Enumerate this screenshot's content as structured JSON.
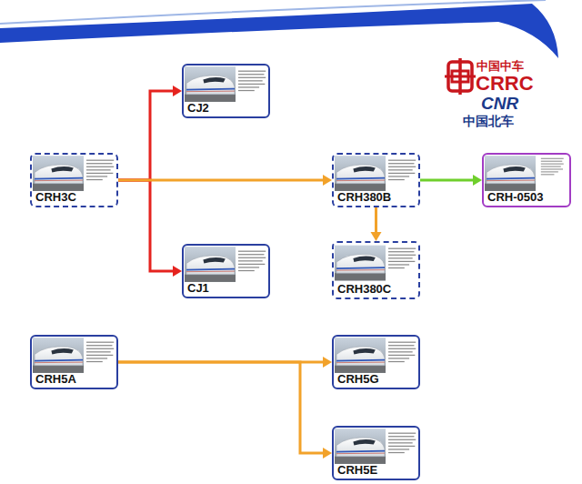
{
  "diagram": {
    "nodes": [
      {
        "text": [
          "CJ2"
        ]
      },
      {
        "text": [
          "CRH3C"
        ]
      },
      {
        "text": [
          "CRH380B"
        ]
      },
      {
        "text": [
          "CRH-0503"
        ]
      },
      {
        "text": [
          "CJ1"
        ]
      },
      {
        "text": [
          "CRH380C"
        ]
      },
      {
        "text": [
          "CRH5A"
        ]
      },
      {
        "text": [
          "CRH5G"
        ]
      },
      {
        "text": [
          "CRH5E"
        ]
      }
    ],
    "edges": [
      {
        "from": 1,
        "to": 2,
        "arrow": "to"
      },
      {
        "from": 1,
        "to": 0,
        "arrow": "to"
      },
      {
        "from": 1,
        "to": 4,
        "arrow": "to"
      },
      {
        "from": 2,
        "to": 3,
        "arrow": "to"
      },
      {
        "from": 2,
        "to": 5,
        "arrow": "to"
      },
      {
        "from": 6,
        "to": 7,
        "arrow": "to"
      },
      {
        "from": 6,
        "to": 8,
        "arrow": "to"
      }
    ],
    "labels": [
      "中国中车",
      "CRRC",
      "CNR",
      "中国北车"
    ]
  }
}
